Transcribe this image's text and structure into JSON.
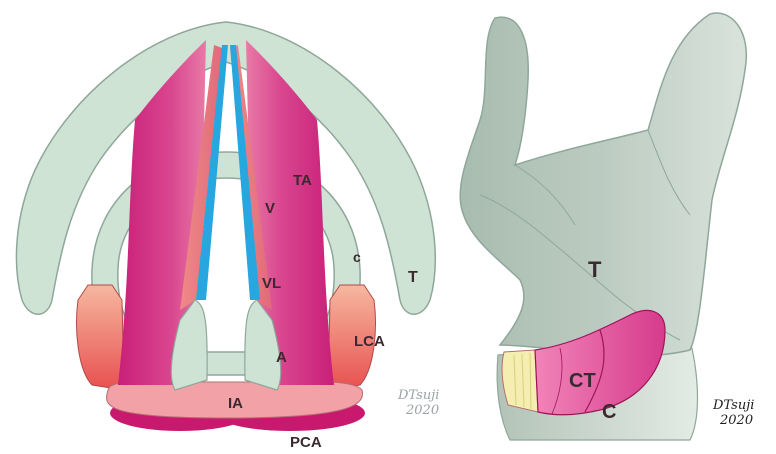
{
  "left_view": {
    "labels": {
      "ta": "TA",
      "v": "V",
      "vl": "VL",
      "c": "c",
      "t": "T",
      "lca": "LCA",
      "a": "A",
      "ia": "IA",
      "pca": "PCA"
    },
    "signature": {
      "name": "DTsuji",
      "year": "2020"
    }
  },
  "right_view": {
    "labels": {
      "t": "T",
      "ct": "CT",
      "c": "C"
    },
    "signature": {
      "name": "DTsuji",
      "year": "2020"
    }
  },
  "colors": {
    "cartilage": "#cfe3d4",
    "cartilage_outline": "#8fa79a",
    "thyroid_gray": "#b9c9bf",
    "muscle_magenta": "#d23d8a",
    "muscle_light": "#e98aa8",
    "vocal_ligament_blue": "#27a6e0",
    "lca_salmon": "#ee7a6b",
    "pca_magenta": "#c8196f",
    "ia_pink": "#f2a2a6"
  }
}
